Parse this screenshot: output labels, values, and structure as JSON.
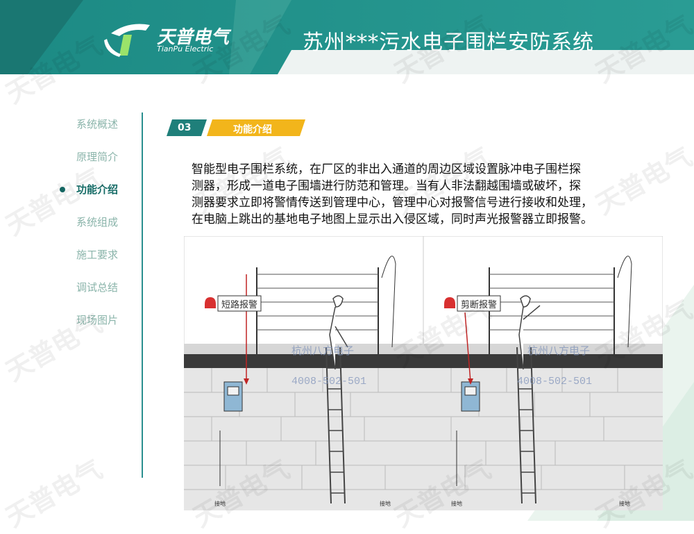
{
  "header": {
    "title": "苏州***污水电子围栏安防系统",
    "brand_cn": "天普电气",
    "brand_en": "TianPu Electric"
  },
  "nav": {
    "items": [
      {
        "label": "系统概述"
      },
      {
        "label": "原理简介"
      },
      {
        "label": "功能介绍",
        "active": true
      },
      {
        "label": "系统组成"
      },
      {
        "label": "施工要求"
      },
      {
        "label": "调试总结"
      },
      {
        "label": "现场图片"
      }
    ]
  },
  "section": {
    "number": "03",
    "label": "功能介绍"
  },
  "body": {
    "line1": "智能型电子围栏系统，在厂区的非出入通道的周边区域设置脉冲电子围栏探",
    "line2": "测器，形成一道电子围墙进行防范和管理。当有人非法翻越围墙或破坏，探",
    "line3": "测器要求立即将警情传送到管理中心，管理中心对报警信号进行接收和处理，",
    "line4": "在电脑上跳出的基地电子地图上显示出入侵区域，同时声光报警器立即报警。"
  },
  "diagram": {
    "left_alarm": "短路报警",
    "right_alarm": "剪断报警",
    "company": "杭州八方电子",
    "phone": "4008-502-501",
    "ground_label": "接地"
  },
  "watermark": "天普电气",
  "colors": {
    "teal_dark": "#156b66",
    "teal": "#2a8f8f",
    "orange": "#f2b51b",
    "nav_inactive": "#8ab4aa"
  }
}
